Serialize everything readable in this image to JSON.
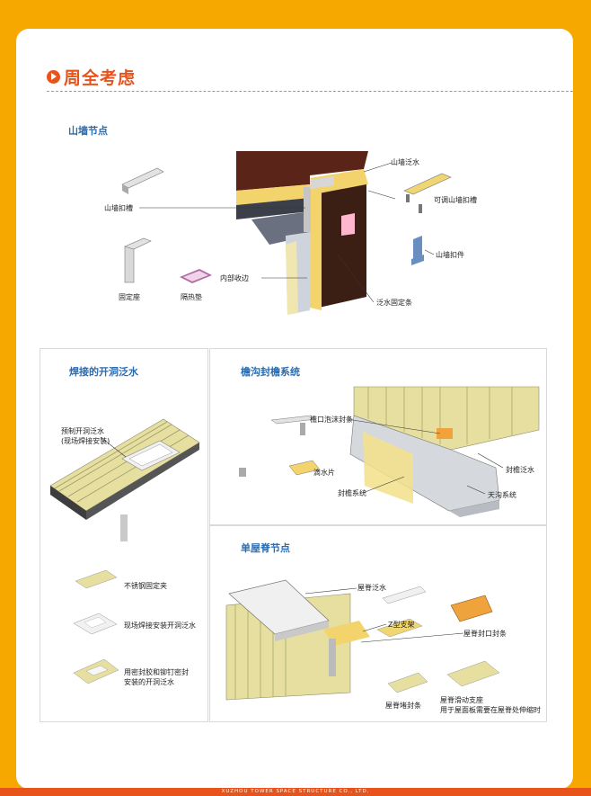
{
  "header": {
    "title": "周全考虑"
  },
  "gable": {
    "title": "山墙节点",
    "labels": {
      "gable_flashing": "山墙泛水",
      "adjustable_clip": "可调山墙扣槽",
      "gable_channel": "山墙扣槽",
      "gable_bracket": "山墙扣件",
      "inner_trim": "内部收边",
      "fixed_seat": "固定座",
      "thermal_pad": "隔热垫",
      "flashing_strip": "泛水固定条"
    }
  },
  "opening": {
    "title": "焊接的开洞泛水",
    "labels": {
      "prefab_line1": "预制开洞泛水",
      "prefab_line2": "(现场焊接安装)",
      "stainless_clip": "不锈钢固定夹",
      "field_weld": "现场焊接安装开洞泛水",
      "seal_line1": "用密封胶和铆钉密封",
      "seal_line2": "安装的开洞泛水"
    }
  },
  "gutter": {
    "title": "檐沟封檐系统",
    "labels": {
      "eave_strip": "檐口泡沫封条",
      "drip": "滴水片",
      "eave_system": "封檐系统",
      "eave_flashing": "封檐泛水",
      "gutter_system": "天沟系统"
    }
  },
  "ridge": {
    "title": "单屋脊节点",
    "labels": {
      "ridge_flashing": "屋脊泛水",
      "z_bracket": "Z型支架",
      "ridge_seal": "屋脊封口封条",
      "ridge_cover": "屋脊堵封条",
      "slide_line1": "屋脊滑动支座",
      "slide_line2": "用于屋面板需要在屋脊处伸缩时"
    }
  },
  "footer": {
    "text": "XUZHOU TOWER SPACE STRUCTURE CO., LTD."
  },
  "colors": {
    "accent": "#e8531c",
    "background": "#f6a800",
    "section_title": "#2b6cb0",
    "insulation": "#f3e08a",
    "panel_steel": "#c8d0a0"
  }
}
